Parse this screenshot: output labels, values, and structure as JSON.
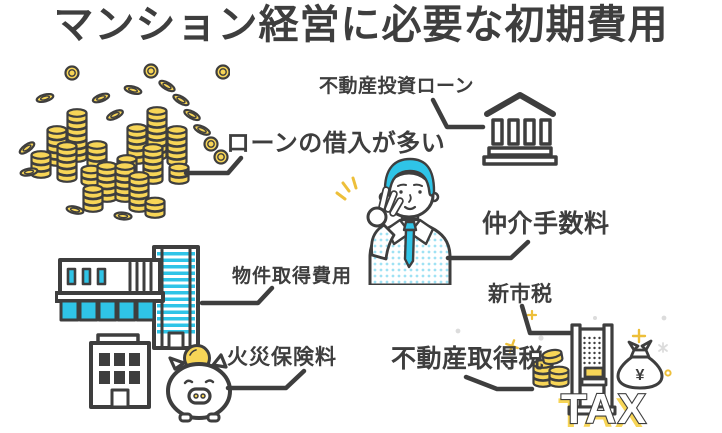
{
  "title": "マンション経営に必要な初期費用",
  "labels": {
    "investment_loan": "不動産投資ローン",
    "loan_note": "ローンの借入が多い",
    "brokerage_fee": "仲介手数料",
    "property_acquisition_cost": "物件取得費用",
    "fire_insurance": "火災保険料",
    "new_city_tax": "新市税",
    "real_estate_acquisition_tax": "不動産取得税",
    "tax_caption": "TAX",
    "yen_symbol": "¥"
  },
  "palette": {
    "dark": "#3e3e3e",
    "cyan": "#2fc4e7",
    "cyan_pale": "#9fe2f4",
    "yellow": "#f7d557",
    "yellow_deep": "#edbf3a",
    "gray_sparkle": "#dcdcdc",
    "white": "#ffffff"
  },
  "icons": {
    "coin_pile": "coin-pile",
    "bank": "bank-building",
    "businessman": "businessman-ok-gesture",
    "commercial_building": "commercial-building",
    "office_tower": "office-tower",
    "apartment_building": "apartment-building",
    "piggy_bank": "piggy-bank",
    "tax_office": "tax-office",
    "coin_stack": "coin-stack",
    "money_bag": "money-bag-yen"
  }
}
